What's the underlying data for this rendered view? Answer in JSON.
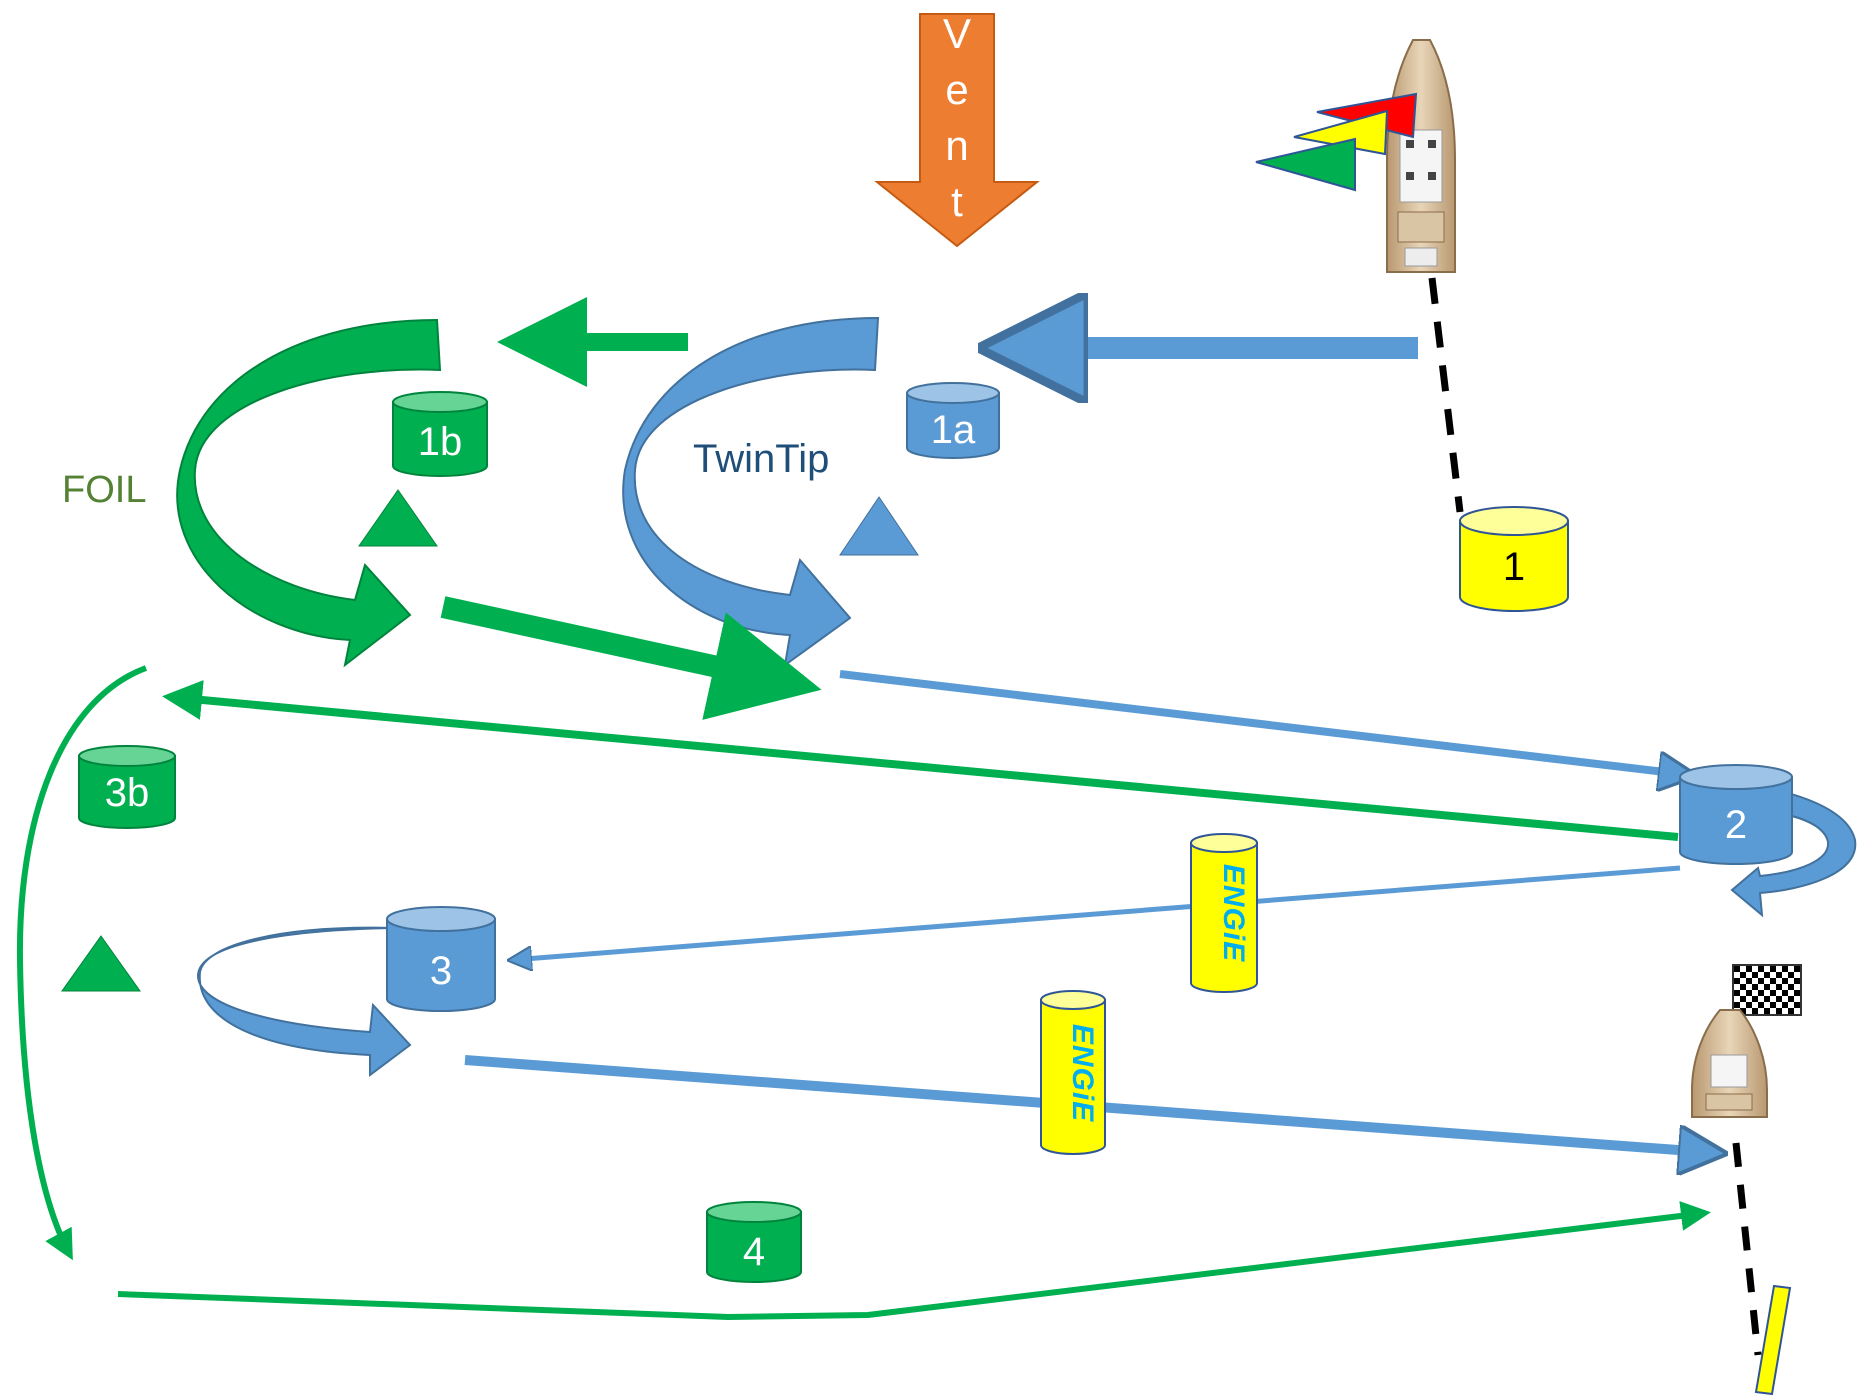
{
  "wind": {
    "letters": [
      "V",
      "e",
      "n",
      "t"
    ]
  },
  "labels": {
    "foil": "FOIL",
    "twintip": "TwinTip"
  },
  "buoys": {
    "b1": "1",
    "b1a": "1a",
    "b1b": "1b",
    "b2": "2",
    "b3": "3",
    "b3b": "3b",
    "b4": "4"
  },
  "logos": {
    "engie": "ENGiE"
  },
  "colors": {
    "wind": "#ED7D31",
    "foil_green": "#00B050",
    "twintip_blue": "#5B9BD5",
    "buoy_yellow": "#FFFF00",
    "flag_red": "#FF0000",
    "flag_green": "#00B050"
  },
  "icons": {
    "committee_boat": "boat-icon",
    "finish_boat": "boat-icon",
    "finish_flag": "checkered-flag-icon",
    "signal_flags": [
      "red-flag-icon",
      "yellow-flag-icon",
      "green-flag-icon"
    ]
  }
}
